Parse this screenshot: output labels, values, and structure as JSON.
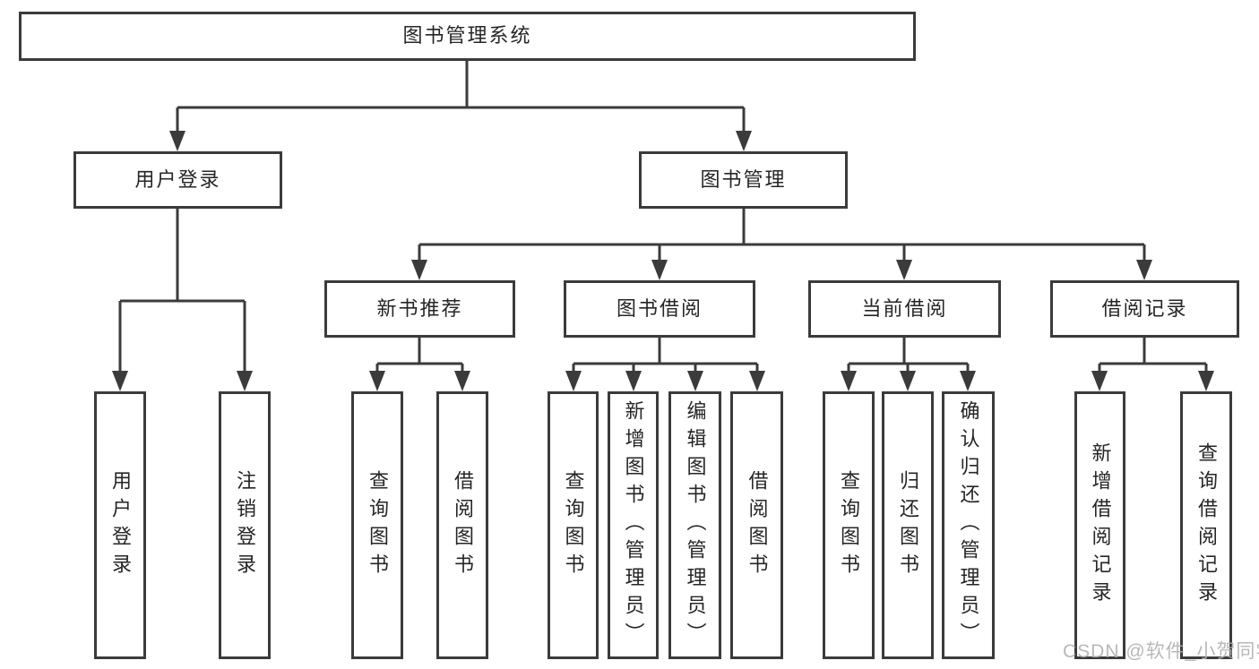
{
  "colors": {
    "line": "#3b3b3b",
    "text": "#262626",
    "watermark_text": "#b1b1b1",
    "background": "#ffffff"
  },
  "watermark": "CSDN @软件_小贺同学",
  "tree": {
    "label": "图书管理系统",
    "children": [
      {
        "label": "用户登录",
        "children": [
          {
            "label": "用户登录"
          },
          {
            "label": "注销登录"
          }
        ]
      },
      {
        "label": "图书管理",
        "children": [
          {
            "label": "新书推荐",
            "children": [
              {
                "label": "查询图书"
              },
              {
                "label": "借阅图书"
              }
            ]
          },
          {
            "label": "图书借阅",
            "children": [
              {
                "label": "查询图书"
              },
              {
                "label": "新增图书（管理员）"
              },
              {
                "label": "编辑图书（管理员）"
              },
              {
                "label": "借阅图书"
              }
            ]
          },
          {
            "label": "当前借阅",
            "children": [
              {
                "label": "查询图书"
              },
              {
                "label": "归还图书"
              },
              {
                "label": "确认归还（管理员）"
              }
            ]
          },
          {
            "label": "借阅记录",
            "children": [
              {
                "label": "新增借阅记录"
              },
              {
                "label": "查询借阅记录"
              }
            ]
          }
        ]
      }
    ]
  }
}
